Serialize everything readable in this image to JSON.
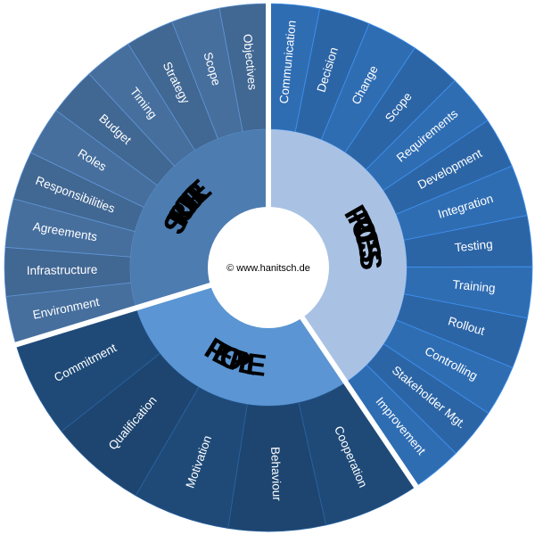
{
  "center": {
    "copyright": "© www.hanitsch.de"
  },
  "colors": {
    "background": "#ffffff",
    "center": "#ffffff",
    "separator": "#ffffff",
    "label_text": "#ffffff",
    "category_text": "#000000"
  },
  "sectors": [
    {
      "id": "process",
      "title": "PROCESS",
      "inner_color": "#a9c2e4",
      "outer_color": "#2f6db3",
      "items": [
        "Communication",
        "Decision",
        "Change",
        "Scope",
        "Requirements",
        "Development",
        "Integration",
        "Testing",
        "Training",
        "Rollout",
        "Controlling",
        "Stakeholder Mgt.",
        "Improvement"
      ]
    },
    {
      "id": "people",
      "title": "PEOPLE",
      "inner_color": "#5b95d3",
      "outer_color": "#1f4a78",
      "items": [
        "Cooperation",
        "Behaviour",
        "Motivation",
        "Qualification",
        "Commitment"
      ]
    },
    {
      "id": "structure",
      "title": "STRUCTURE",
      "inner_color": "#4d7cb1",
      "outer_color": "#466f9e",
      "items": [
        "Environment",
        "Infrastructure",
        "Agreements",
        "Responsibilities",
        "Roles",
        "Budget",
        "Timing",
        "Strategy",
        "Scope",
        "Objectives"
      ]
    }
  ]
}
